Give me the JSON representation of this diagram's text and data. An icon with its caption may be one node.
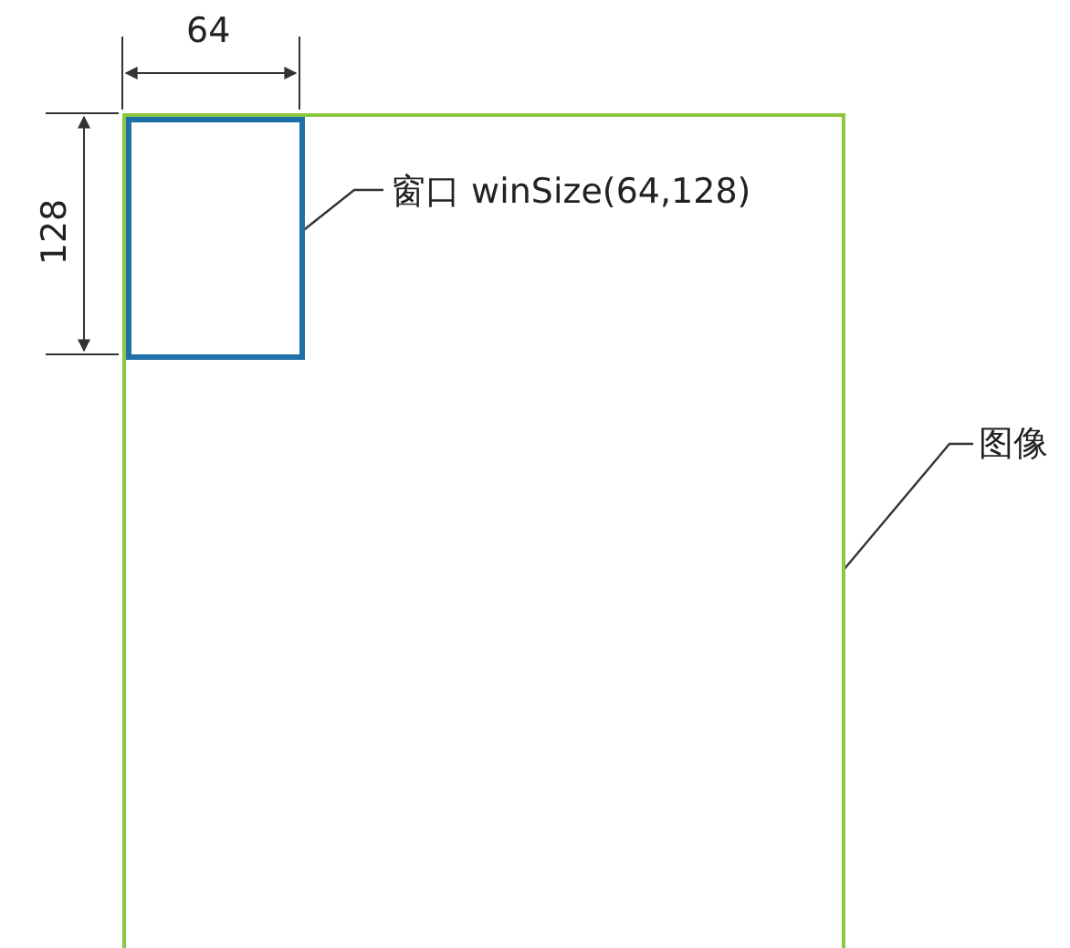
{
  "diagram": {
    "nodes": [
      {
        "text": [],
        "shape": "box"
      },
      {
        "text": [],
        "shape": "box",
        "in": 0
      },
      {
        "text": [
          "窗口 winSize(64,128)"
        ],
        "in": 0
      },
      {
        "text": [
          "图像"
        ]
      }
    ],
    "edges": [
      {
        "from": 2,
        "to": 1,
        "arrow": "none"
      },
      {
        "from": 3,
        "to": 0,
        "arrow": "none"
      }
    ],
    "labels": [
      "64",
      "128"
    ]
  }
}
